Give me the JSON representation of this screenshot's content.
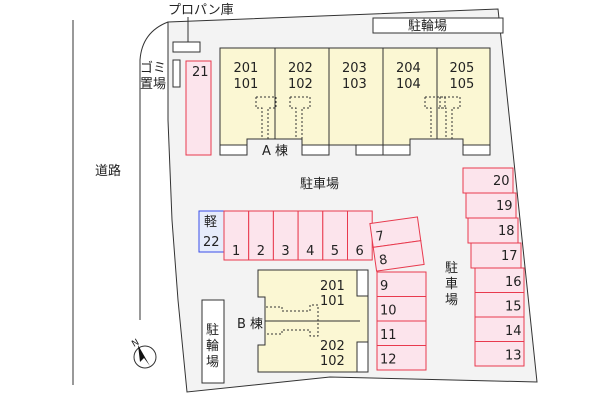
{
  "labels": {
    "propane": "プロパン庫",
    "garbage_1": "ゴミ",
    "garbage_2": "置場",
    "road": "道路",
    "bike_top": "駐輪場",
    "bike_bottom": [
      "駐",
      "輪",
      "場"
    ],
    "parking_center": "駐車場",
    "parking_right": [
      "駐",
      "車",
      "場"
    ],
    "building_a": "A 棟",
    "building_b": "B 棟",
    "kei": "軽",
    "north": "N"
  },
  "building_a_units": [
    {
      "upper": "201",
      "lower": "101"
    },
    {
      "upper": "202",
      "lower": "102"
    },
    {
      "upper": "203",
      "lower": "103"
    },
    {
      "upper": "204",
      "lower": "104"
    },
    {
      "upper": "205",
      "lower": "105"
    }
  ],
  "building_b_units": [
    {
      "upper": "201",
      "lower": "101"
    },
    {
      "upper": "202",
      "lower": "102"
    }
  ],
  "parking": {
    "row_top": [
      "1",
      "2",
      "3",
      "4",
      "5",
      "6"
    ],
    "kei_spot": "22",
    "spot_21": "21",
    "pair": [
      "7",
      "8"
    ],
    "column_mid": [
      "9",
      "10",
      "11",
      "12"
    ],
    "column_right_upper": [
      "20",
      "19",
      "18",
      "17"
    ],
    "column_right_lower": [
      "16",
      "15",
      "14",
      "13"
    ]
  },
  "colors": {
    "parking_fill": "#fce4ec",
    "parking_stroke": "#e83a4e",
    "building_fill": "#fbf7d3",
    "kei_stroke": "#3a4ee8",
    "ground": "#f3f3f3"
  }
}
